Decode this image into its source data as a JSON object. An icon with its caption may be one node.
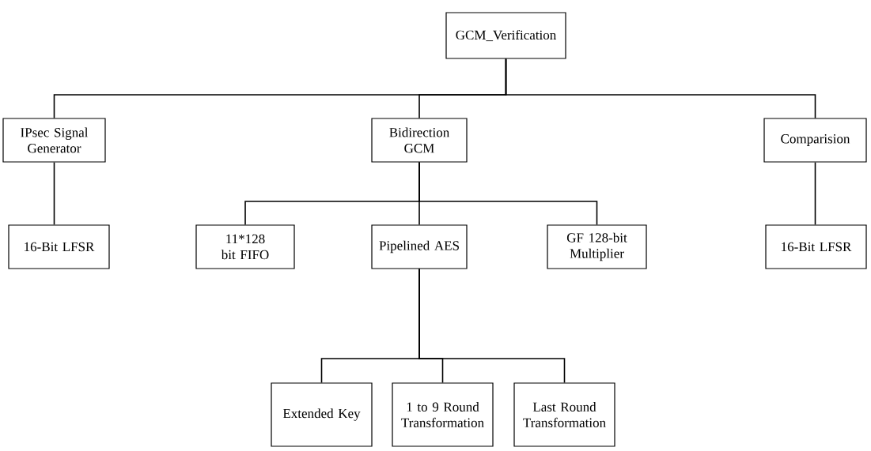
{
  "diagram": {
    "nodes": [
      {
        "text": [
          "GCM_Verification"
        ]
      },
      {
        "text": [
          "IPsec Signal Generator"
        ]
      },
      {
        "text": [
          "Bidirection GCM"
        ]
      },
      {
        "text": [
          "Comparision"
        ]
      },
      {
        "text": [
          "16-Bit LFSR"
        ]
      },
      {
        "text": [
          "11*128 bit FIFO"
        ]
      },
      {
        "text": [
          "Pipelined AES"
        ]
      },
      {
        "text": [
          "GF 128-bit Multiplier"
        ]
      },
      {
        "text": [
          "16-Bit LFSR"
        ]
      },
      {
        "text": [
          "Extended Key"
        ]
      },
      {
        "text": [
          "1 to 9 Round Transformation"
        ]
      },
      {
        "text": [
          "Last Round Transformation"
        ]
      }
    ],
    "edges": [
      {
        "from": 0,
        "to": 1,
        "arrow": "none"
      },
      {
        "from": 0,
        "to": 2,
        "arrow": "none"
      },
      {
        "from": 0,
        "to": 3,
        "arrow": "none"
      },
      {
        "from": 1,
        "to": 4,
        "arrow": "none"
      },
      {
        "from": 3,
        "to": 8,
        "arrow": "none"
      },
      {
        "from": 2,
        "to": 5,
        "arrow": "none"
      },
      {
        "from": 2,
        "to": 6,
        "arrow": "none"
      },
      {
        "from": 2,
        "to": 7,
        "arrow": "none"
      },
      {
        "from": 6,
        "to": 9,
        "arrow": "none"
      },
      {
        "from": 6,
        "to": 10,
        "arrow": "none"
      },
      {
        "from": 6,
        "to": 11,
        "arrow": "none"
      }
    ]
  }
}
